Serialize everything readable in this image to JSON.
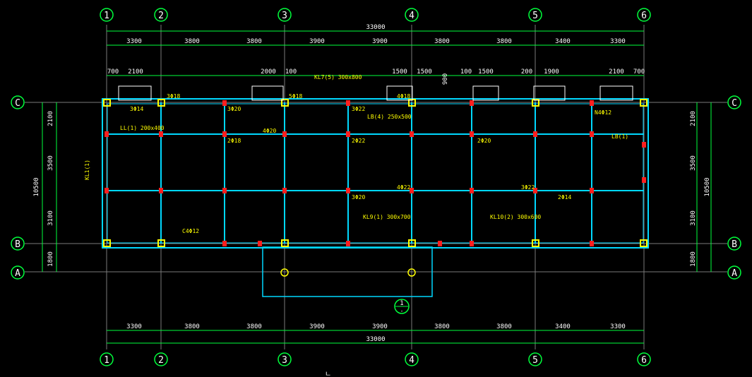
{
  "colors": {
    "background": "#000000",
    "grid_axis": "#7a7a7a",
    "dimension": "#00ff3c",
    "beam": "#00d8ff",
    "beam_fill": "#0e3d45",
    "column": "#ff1e1e",
    "column_corner": "#ffff00",
    "annotation": "#ffff00",
    "annotation_alt": "#ff30ff",
    "text": "#ffffff"
  },
  "axes": {
    "numbered": [
      "1",
      "2",
      "3",
      "4",
      "5",
      "6"
    ],
    "lettered": [
      "A",
      "B",
      "C"
    ]
  },
  "dimensions": {
    "total_x": "33000",
    "spans_x": [
      "3300",
      "3800",
      "3800",
      "3900",
      "3900",
      "3800",
      "3800",
      "3400",
      "3300"
    ],
    "total_y": "10500",
    "spans_y_right": [
      "2100",
      "3500",
      "3100",
      "1800"
    ],
    "spans_y_left": [
      "2100",
      "3500",
      "3100",
      "1800"
    ],
    "bottom_total": "33000",
    "bottom_spans": [
      "3300",
      "3800",
      "3800",
      "3900",
      "3900",
      "3800",
      "3800",
      "3400",
      "3300"
    ],
    "opening_dims": [
      "700",
      "2100",
      "2000",
      "100",
      "1500",
      "1500",
      "900",
      "100",
      "1500",
      "200",
      "1900",
      "2100",
      "700"
    ]
  },
  "annotations": {
    "beam_labels": [
      "KL7(5) 300x800",
      "3Φ18",
      "4Φ18",
      "5Φ18",
      "3Φ14",
      "3Φ20",
      "3Φ22",
      "4Φ20",
      "LL(1) 200x400",
      "2Φ18",
      "LB(4) 250x500",
      "2Φ22",
      "3Φ20",
      "2Φ14",
      "KL9(1) 300x700",
      "KL10(2) 300x600",
      "3Φ22",
      "4Φ22",
      "2Φ20",
      "C4Φ12",
      "N4Φ12",
      "LB(1)",
      "KL1(1)"
    ],
    "section_mark_top": "1",
    "section_mark_bottom": "-",
    "bottom_title": "ㄴ"
  }
}
